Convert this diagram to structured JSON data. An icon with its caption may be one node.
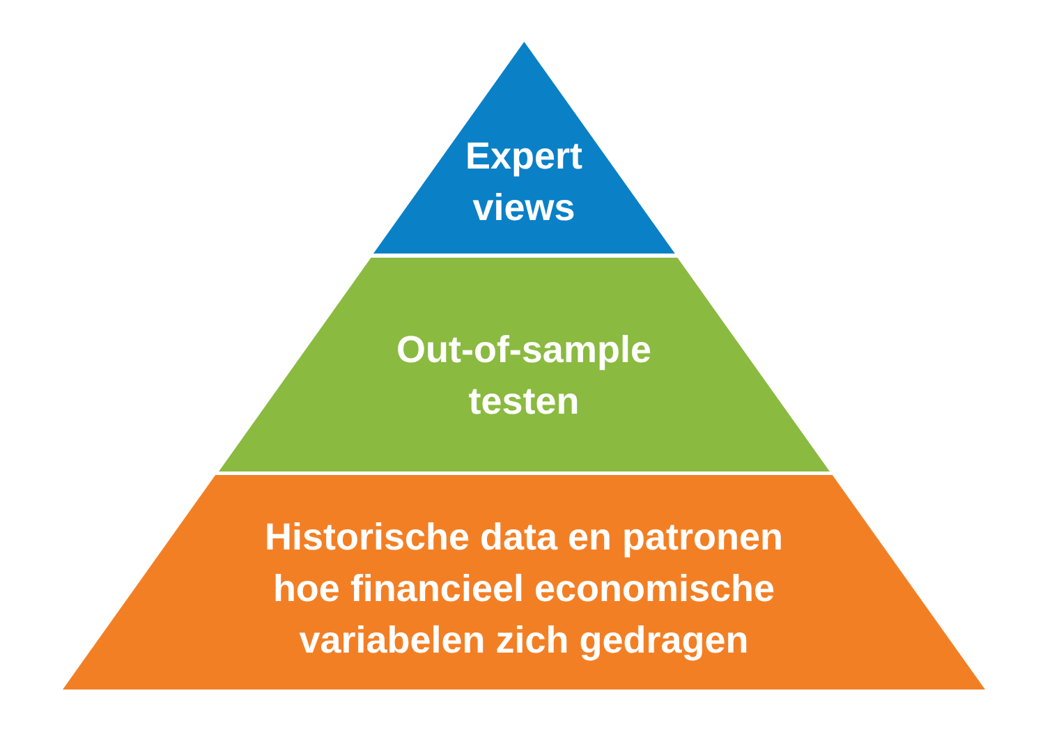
{
  "diagram": {
    "nodes": [
      {
        "text": [
          "Expert views"
        ]
      },
      {
        "text": [
          "Out-of-sample testen"
        ]
      },
      {
        "text": [
          "Historische data en patronen hoe financieel economische variabelen zich gedragen"
        ]
      }
    ],
    "edges": []
  }
}
